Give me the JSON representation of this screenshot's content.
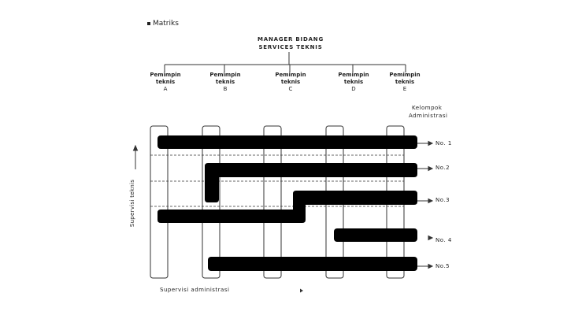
{
  "bullet": {
    "text": "Matriks"
  },
  "manager": {
    "line1": "MANAGER BIDANG",
    "line2": "SERVICES TEKNIS"
  },
  "leaders": [
    {
      "line1": "Pemimpin",
      "line2": "teknis",
      "line3": "A"
    },
    {
      "line1": "Pemimpin",
      "line2": "teknis",
      "line3": "B"
    },
    {
      "line1": "Pemimpin",
      "line2": "teknis",
      "line3": "C"
    },
    {
      "line1": "Pemimpin",
      "line2": "teknis",
      "line3": "D"
    },
    {
      "line1": "Pemimpin",
      "line2": "teknis",
      "line3": "E"
    }
  ],
  "admin_group": {
    "line1": "Kelompok",
    "line2": "Administrasi"
  },
  "rows": [
    {
      "label": "No. 1"
    },
    {
      "label": "No.2"
    },
    {
      "label": "No.3"
    },
    {
      "label": "No. 4"
    },
    {
      "label": "No.5"
    }
  ],
  "axis": {
    "vertical_label": "Supervisi teknis",
    "horizontal_label": "Supervisi administrasi"
  },
  "colors": {
    "bar": "#000000",
    "line": "#333333"
  }
}
